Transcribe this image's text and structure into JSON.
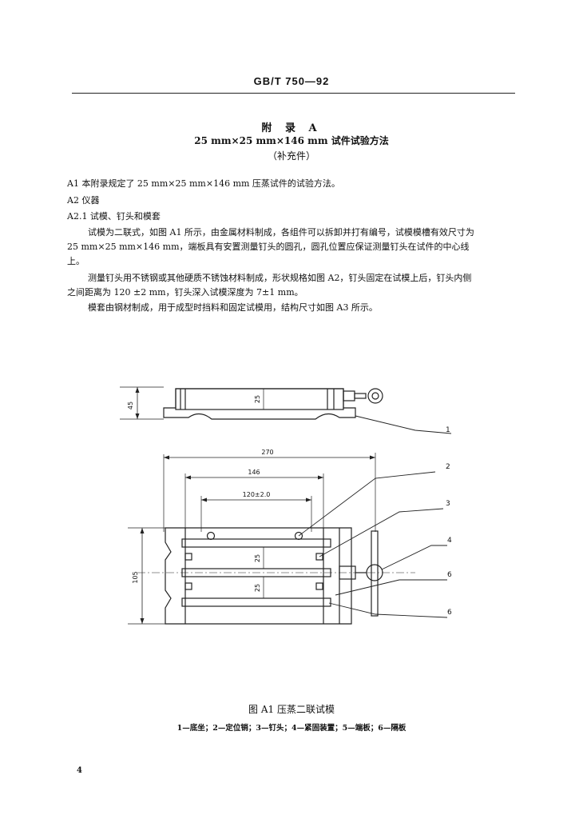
{
  "header": {
    "standard_code": "GB/T 750—92"
  },
  "appendix": {
    "label": "附 录 A",
    "title": "25 mm×25 mm×146 mm 试件试验方法",
    "note": "（补充件）"
  },
  "body": {
    "a1": "A1  本附录规定了 25 mm×25 mm×146 mm 压蒸试件的试验方法。",
    "a2": "A2  仪器",
    "a21": "A2.1  试模、钉头和模套",
    "p1_l1": "试模为二联式，如图 A1 所示，由金属材料制成，各组件可以拆卸并打有编号，试模模槽有效尺寸为",
    "p1_l2": "25 mm×25 mm×146 mm，端板具有安置测量钉头的圆孔，圆孔位置应保证测量钉头在试件的中心线",
    "p1_l3": "上。",
    "p2_l1": "测量钉头用不锈钢或其他硬质不锈蚀材料制成，形状规格如图 A2，钉头固定在试模上后，钉头内侧",
    "p2_l2": "之间距离为 120 ±2 mm，钉头深入试模深度为 7±1 mm。",
    "p3_l1": "模套由钢材制成，用于成型时挡料和固定试模用，结构尺寸如图 A3 所示。"
  },
  "figure": {
    "dims": {
      "height_side": "45",
      "groove_side": "25",
      "overall_length": "270",
      "mold_length": "146",
      "pin_distance": "120±2.0",
      "width_plan": "105",
      "groove_top": "25",
      "groove_bottom": "25"
    },
    "callouts": [
      "1",
      "2",
      "3",
      "4",
      "6",
      "6"
    ],
    "caption": "图 A1   压蒸二联试模",
    "legend": "1—底坐；2—定位销；3—钉头；4—紧固装置；5—端板；6—隔板"
  },
  "page_number": "4"
}
